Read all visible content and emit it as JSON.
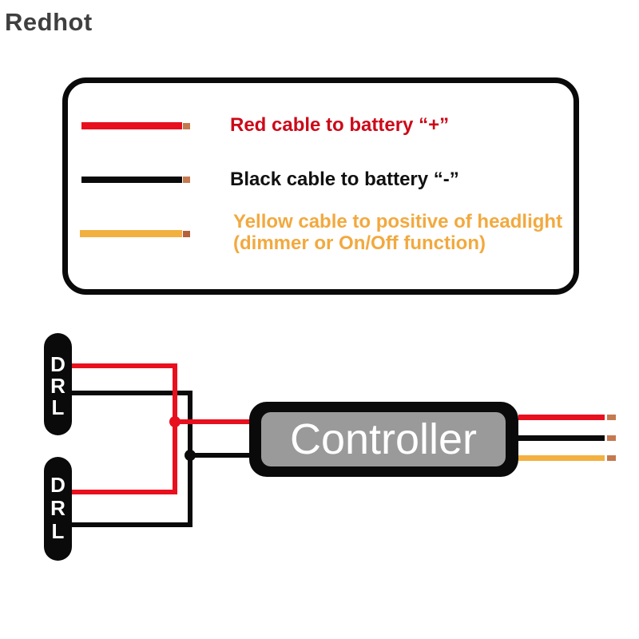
{
  "watermark": {
    "text": "Redhot",
    "color": "#3f3f3f"
  },
  "colors": {
    "wire_red": "#e8101e",
    "wire_black": "#0a0a0a",
    "wire_yellow": "#f2b041",
    "copper": "#c4794f",
    "copper_dark": "#b4613c",
    "text_red": "#cc0919",
    "text_black": "#111111",
    "text_yellow": "#f2a93f",
    "controller_body": "#0a0a0a",
    "controller_face": "#9a9a9a",
    "controller_text": "#ffffff",
    "drl_body": "#0a0a0a",
    "drl_text": "#ffffff"
  },
  "legend": {
    "items": [
      {
        "name": "red-cable",
        "label": "Red cable to battery “+”"
      },
      {
        "name": "black-cable",
        "label": "Black cable to battery “-”"
      },
      {
        "name": "yellow-cable",
        "label_line1": "Yellow cable to positive of headlight",
        "label_line2": "(dimmer or On/Off function)"
      }
    ]
  },
  "diagram": {
    "drl_top": {
      "letters": [
        "D",
        "R",
        "L"
      ]
    },
    "drl_bottom": {
      "letters": [
        "D",
        "R",
        "L"
      ]
    },
    "controller": {
      "label": "Controller"
    }
  }
}
